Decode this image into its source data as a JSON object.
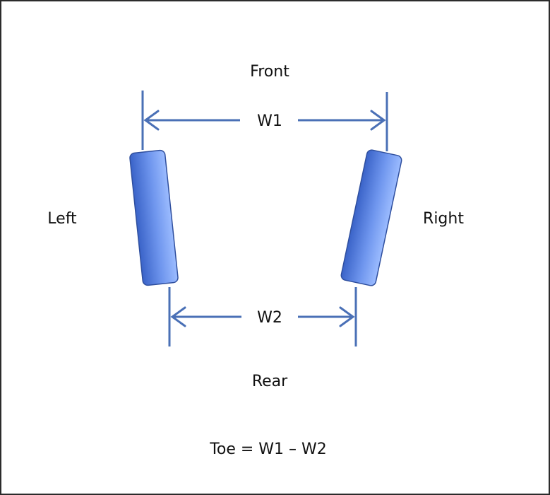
{
  "labels": {
    "front": "Front",
    "rear": "Rear",
    "left": "Left",
    "right": "Right",
    "w1": "W1",
    "w2": "W2",
    "formula": "Toe = W1 – W2"
  },
  "colors": {
    "line": "#4a70b6",
    "wheel_fill_dark": "#3a63c8",
    "wheel_fill_light": "#8fb4ff",
    "wheel_stroke": "#2f4f9e",
    "text": "#111111",
    "border": "#2b2b2b"
  }
}
